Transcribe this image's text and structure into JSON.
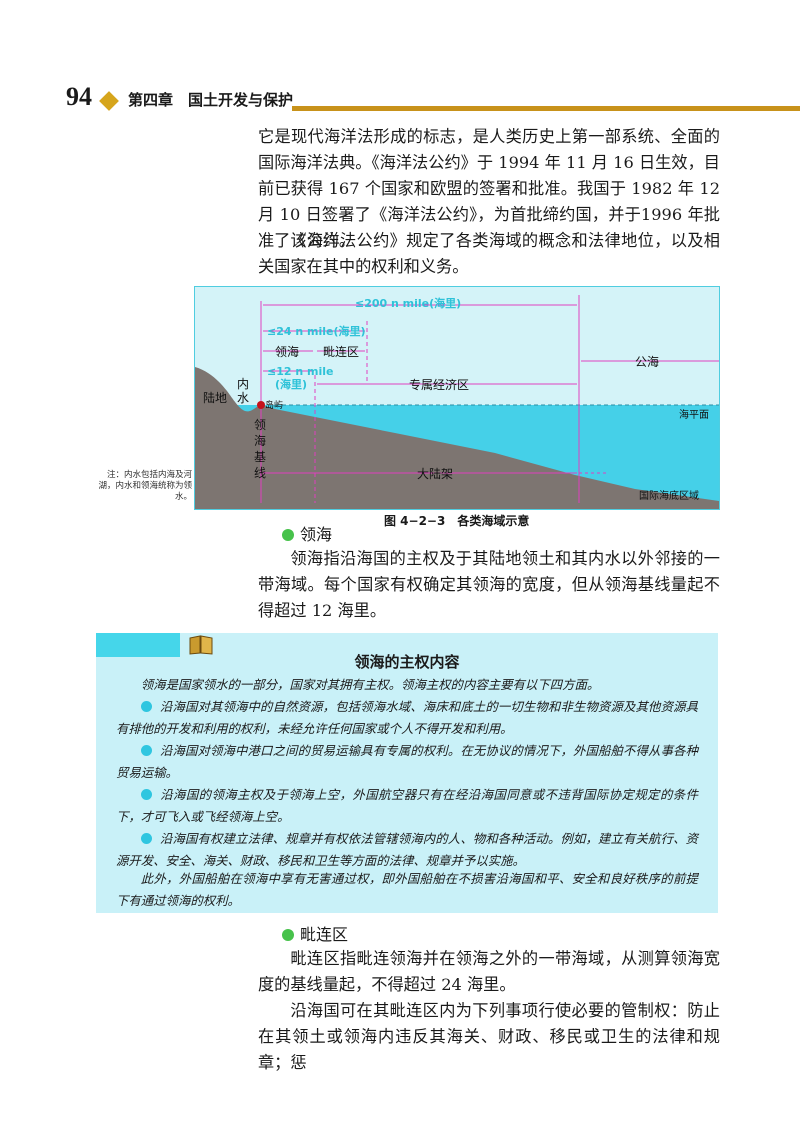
{
  "header": {
    "page_number": "94",
    "chapter": "第四章　国土开发与保护"
  },
  "intro": {
    "p1": "它是现代海洋法形成的标志，是人类历史上第一部系统、全面的国际海洋法典。《海洋法公约》于 1994 年 11 月 16 日生效，目前已获得 167 个国家和欧盟的签署和批准。我国于 1982 年 12 月 10 日签署了《海洋法公约》，为首批缔约国，并于1996 年批准了该公约。",
    "p2": "《海洋法公约》规定了各类海域的概念和法律地位，以及相关国家在其中的权利和义务。"
  },
  "figure": {
    "labels": {
      "dist_200": "≤200 n mile(海里)",
      "dist_24": "≤24 n mile(海里)",
      "dist_12_line1": "≤12 n mile",
      "dist_12_line2": "(海里)",
      "territorial_sea": "领海",
      "contiguous_zone": "毗连区",
      "eez": "专属经济区",
      "high_seas": "公海",
      "land": "陆地",
      "internal_water_1": "内",
      "internal_water_2": "水",
      "island": "岛屿",
      "baseline": "领海基线",
      "sea_level": "海平面",
      "continental_shelf": "大陆架",
      "seabed_area": "国际海底区域"
    },
    "note": "注：内水包括内海及河湖，内水和领海统称为领水。",
    "caption": "图 4−2−3　各类海域示意"
  },
  "territorial_sea": {
    "heading": "领海",
    "body": "领海指沿海国的主权及于其陆地领土和其内水以外邻接的一带海域。每个国家有权确定其领海的宽度，但从领海基线量起不得超过 12 海里。"
  },
  "infobox": {
    "title": "领海的主权内容",
    "intro": "领海是国家领水的一部分，国家对其拥有主权。领海主权的内容主要有以下四方面。",
    "items": [
      "沿海国对其领海中的自然资源，包括领海水域、海床和底土的一切生物和非生物资源及其他资源具有排他的开发和利用的权利，未经允许任何国家或个人不得开发和利用。",
      "沿海国对领海中港口之间的贸易运输具有专属的权利。在无协议的情况下，外国船舶不得从事各种贸易运输。",
      "沿海国的领海主权及于领海上空，外国航空器只有在经沿海国同意或不违背国际协定规定的条件下，才可飞入或飞经领海上空。",
      "沿海国有权建立法律、规章并有权依法管辖领海内的人、物和各种活动。例如，建立有关航行、资源开发、安全、海关、财政、移民和卫生等方面的法律、规章并予以实施。"
    ],
    "closing": "此外，外国船舶在领海中享有无害通过权，即外国船舶在不损害沿海国和平、安全和良好秩序的前提下有通过领海的权利。"
  },
  "contiguous_zone": {
    "heading": "毗连区",
    "p1": "毗连区指毗连领海并在领海之外的一带海域，从测算领海宽度的基线量起，不得超过 24 海里。",
    "p2": "沿海国可在其毗连区内为下列事项行使必要的管制权：防止在其领土或领海内违反其海关、财政、移民或卫生的法律和规章；惩"
  },
  "colors": {
    "accent_gold": "#c8921a",
    "bullet_green": "#47c24b",
    "figure_bg": "#d4f3f8",
    "sea": "#45d0e8",
    "land": "#7d7571",
    "infobox_bg": "#c9f1f8",
    "infobox_tab": "#45d6ea"
  }
}
